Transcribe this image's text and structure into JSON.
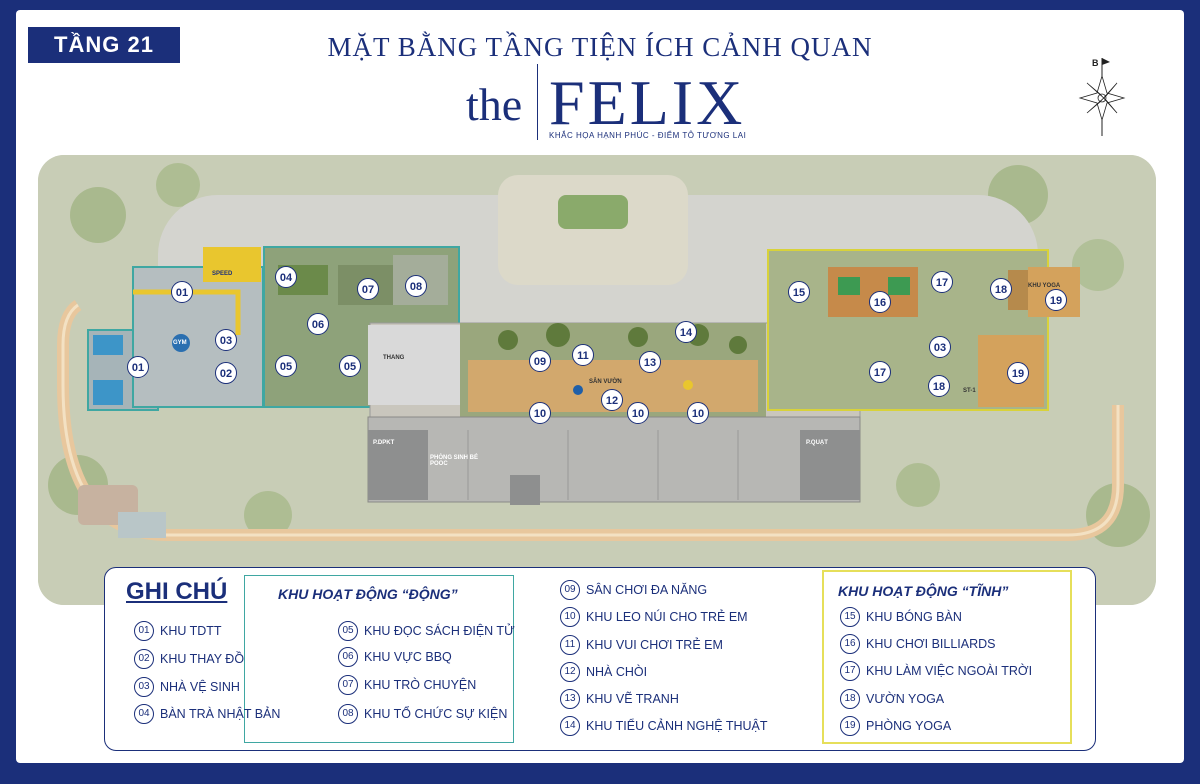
{
  "floor": "TẦNG 21",
  "title": "MẶT BẰNG TẦNG TIỆN ÍCH CẢNH QUAN",
  "brand": {
    "prefix": "the",
    "name": "FELIX",
    "tagline": "KHẮC HỌA HẠNH PHÚC - ĐIỂM TÔ TƯƠNG LAI"
  },
  "compass_label": "B",
  "colors": {
    "navy": "#1b2f7a",
    "teal_zone": "#3fa7a2",
    "yellow_zone": "#d8d23a",
    "green": "#6b8a4a",
    "paving": "#c5c9c4",
    "building": "#8e8f8f"
  },
  "map": {
    "markers": [
      "01",
      "01",
      "03",
      "02",
      "04",
      "06",
      "07",
      "08",
      "05",
      "05",
      "09",
      "11",
      "13",
      "14",
      "10",
      "12",
      "10",
      "10",
      "15",
      "16",
      "17",
      "18",
      "19",
      "03",
      "17",
      "18",
      "19"
    ],
    "labels": {
      "speed": "SPEED",
      "gym": "GYM",
      "khu_yoga": "KHU YOGA",
      "san_vuon": "SÂN VƯỜN",
      "thanh": "THANG",
      "p_dpkt": "P.DPKT",
      "phong_sinh_hoat": "PHÒNG SINH BÉ POOC",
      "p_quat": "P.QUẠT",
      "st": "ST-1"
    }
  },
  "legend": {
    "heading": "GHI CHÚ",
    "dynamic_title": "KHU HOẠT ĐỘNG “ĐỘNG”",
    "static_title": "KHU HOẠT ĐỘNG “TĨNH”",
    "col1": [
      {
        "num": "01",
        "label": "KHU TDTT"
      },
      {
        "num": "02",
        "label": "KHU THAY ĐỒ"
      },
      {
        "num": "03",
        "label": "NHÀ VỆ SINH"
      },
      {
        "num": "04",
        "label": "BÀN TRÀ NHẬT BẢN"
      }
    ],
    "col2": [
      {
        "num": "05",
        "label": "KHU ĐỌC SÁCH ĐIỆN TỬ"
      },
      {
        "num": "06",
        "label": "KHU VỰC BBQ"
      },
      {
        "num": "07",
        "label": "KHU TRÒ CHUYỆN"
      },
      {
        "num": "08",
        "label": "KHU TỔ CHỨC SỰ KIỆN"
      }
    ],
    "col3": [
      {
        "num": "09",
        "label": "SÂN CHƠI ĐA NĂNG"
      },
      {
        "num": "10",
        "label": "KHU LEO NÚI CHO TRẺ EM"
      },
      {
        "num": "11",
        "label": "KHU VUI CHƠI TRẺ EM"
      },
      {
        "num": "12",
        "label": "NHÀ CHÒI"
      },
      {
        "num": "13",
        "label": "KHU VẼ TRANH"
      },
      {
        "num": "14",
        "label": "KHU TIỂU CẢNH NGHỆ THUẬT"
      }
    ],
    "col4": [
      {
        "num": "15",
        "label": "KHU BÓNG BÀN"
      },
      {
        "num": "16",
        "label": "KHU CHƠI BILLIARDS"
      },
      {
        "num": "17",
        "label": "KHU LÀM VIỆC NGOÀI TRỜI"
      },
      {
        "num": "18",
        "label": "VƯỜN YOGA"
      },
      {
        "num": "19",
        "label": "PHÒNG YOGA"
      }
    ]
  }
}
